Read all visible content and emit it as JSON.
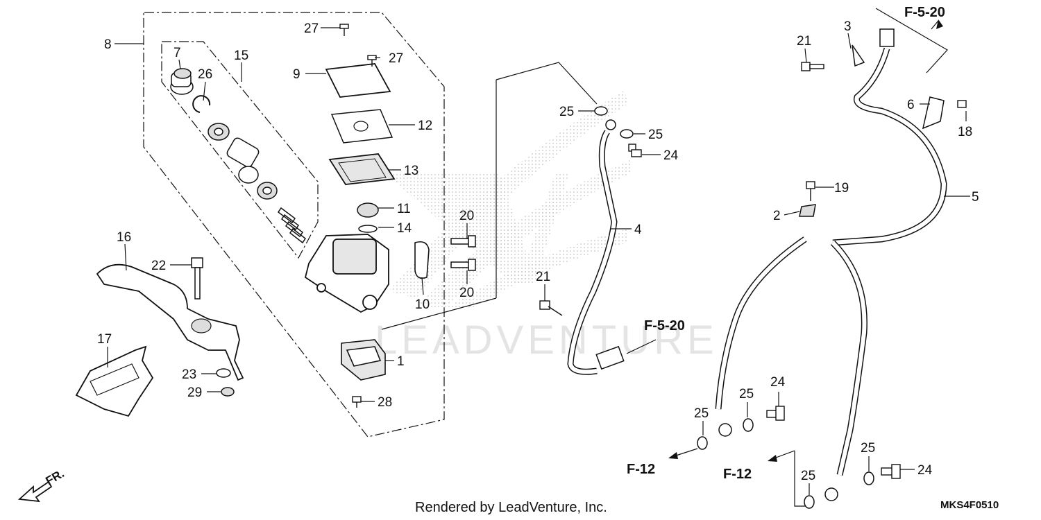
{
  "watermark": "LEADVENTURE",
  "credit": "Rendered by LeadVenture, Inc.",
  "diagram_code": "MKS4F0510",
  "front_arrow_label": "FR.",
  "references": {
    "f520_top": "F-5-20",
    "f520_mid": "F-5-20",
    "f12_left": "F-12",
    "f12_right": "F-12"
  },
  "callouts": {
    "c1": "1",
    "c2": "2",
    "c3": "3",
    "c4": "4",
    "c5": "5",
    "c6": "6",
    "c7": "7",
    "c8": "8",
    "c9": "9",
    "c10": "10",
    "c11": "11",
    "c12": "12",
    "c13": "13",
    "c14": "14",
    "c15": "15",
    "c16": "16",
    "c17": "17",
    "c18": "18",
    "c19": "19",
    "c20a": "20",
    "c20b": "20",
    "c21a": "21",
    "c21b": "21",
    "c22": "22",
    "c23": "23",
    "c24a": "24",
    "c24b": "24",
    "c24c": "24",
    "c25a": "25",
    "c25b": "25",
    "c25c": "25",
    "c25d": "25",
    "c25e": "25",
    "c25f": "25",
    "c26": "26",
    "c27a": "27",
    "c27b": "27",
    "c28": "28",
    "c29": "29"
  },
  "colors": {
    "line": "#111111",
    "part_fill": "#ffffff",
    "shade": "#cfcfcf",
    "watermark": "#e4e4e4"
  }
}
